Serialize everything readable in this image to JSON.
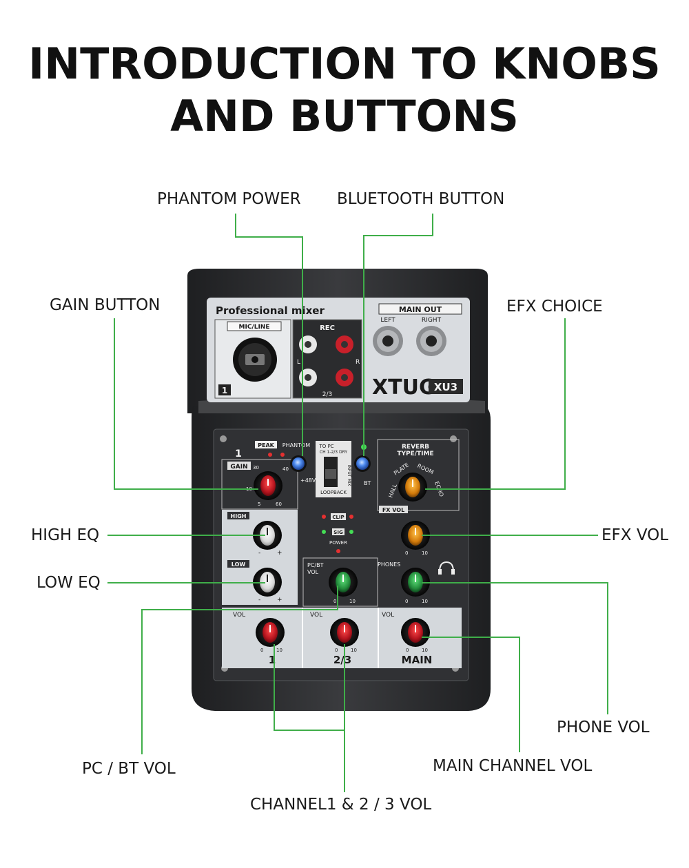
{
  "title": {
    "line1": "INTRODUCTION TO KNOBS",
    "line2": "AND BUTTONS"
  },
  "callouts": {
    "phantom_power": "PHANTOM POWER",
    "bluetooth_button": "BLUETOOTH BUTTON",
    "gain_button": "GAIN BUTTON",
    "efx_choice": "EFX CHOICE",
    "high_eq": "HIGH EQ",
    "efx_vol": "EFX VOL",
    "low_eq": "LOW EQ",
    "phone_vol": "PHONE VOL",
    "pc_bt_vol": "PC / BT VOL",
    "main_channel_vol": "MAIN CHANNEL VOL",
    "channel_vol": "CHANNEL1 & 2 / 3 VOL"
  },
  "device": {
    "brand_panel": "Professional mixer",
    "main_out": "MAIN OUT",
    "left": "LEFT",
    "right": "RIGHT",
    "mic_line": "MIC/LINE",
    "ch1_badge": "1",
    "rec": "REC",
    "rec_l": "L",
    "rec_r": "R",
    "rec_23": "2/3",
    "brand": "XTUGA",
    "model": "XU3",
    "ch1_num": "1",
    "peak": "PEAK",
    "phantom": "PHANTOM",
    "plus48v": "+48V",
    "gain": "GAIN",
    "gain_ticks": [
      "30",
      "40",
      "10",
      "5",
      "60"
    ],
    "to_pc": "TO PC",
    "ch_dry": "CH 1-2/3 DRY",
    "input_mix": "INPUT MIX",
    "loopback": "LOOPBACK",
    "bt": "BT",
    "reverb": "REVERB",
    "type_time": "TYPE/TIME",
    "hall": "HALL",
    "plate": "PLATE",
    "room": "ROOM",
    "echo": "ECHO",
    "fx_vol": "FX VOL",
    "high": "HIGH",
    "low": "LOW",
    "clip": "CLIP",
    "sig": "SIG",
    "power": "POWER",
    "pcbt": "PC/BT",
    "vol": "VOL",
    "phones": "PHONES",
    "zero": "0",
    "ten": "10",
    "minus": "-",
    "plus": "+",
    "ch1_label": "1",
    "ch23_label": "2/3",
    "main_label": "MAIN"
  },
  "colors": {
    "leader_line": "#3fae49",
    "chassis": "#2e2f31",
    "panel": "#d4d8dc",
    "knob_red": "#c8202a",
    "knob_orange": "#e38a12",
    "knob_green": "#2e9e4a",
    "knob_white": "#f2f2f2",
    "button_blue": "#3a74e0"
  }
}
